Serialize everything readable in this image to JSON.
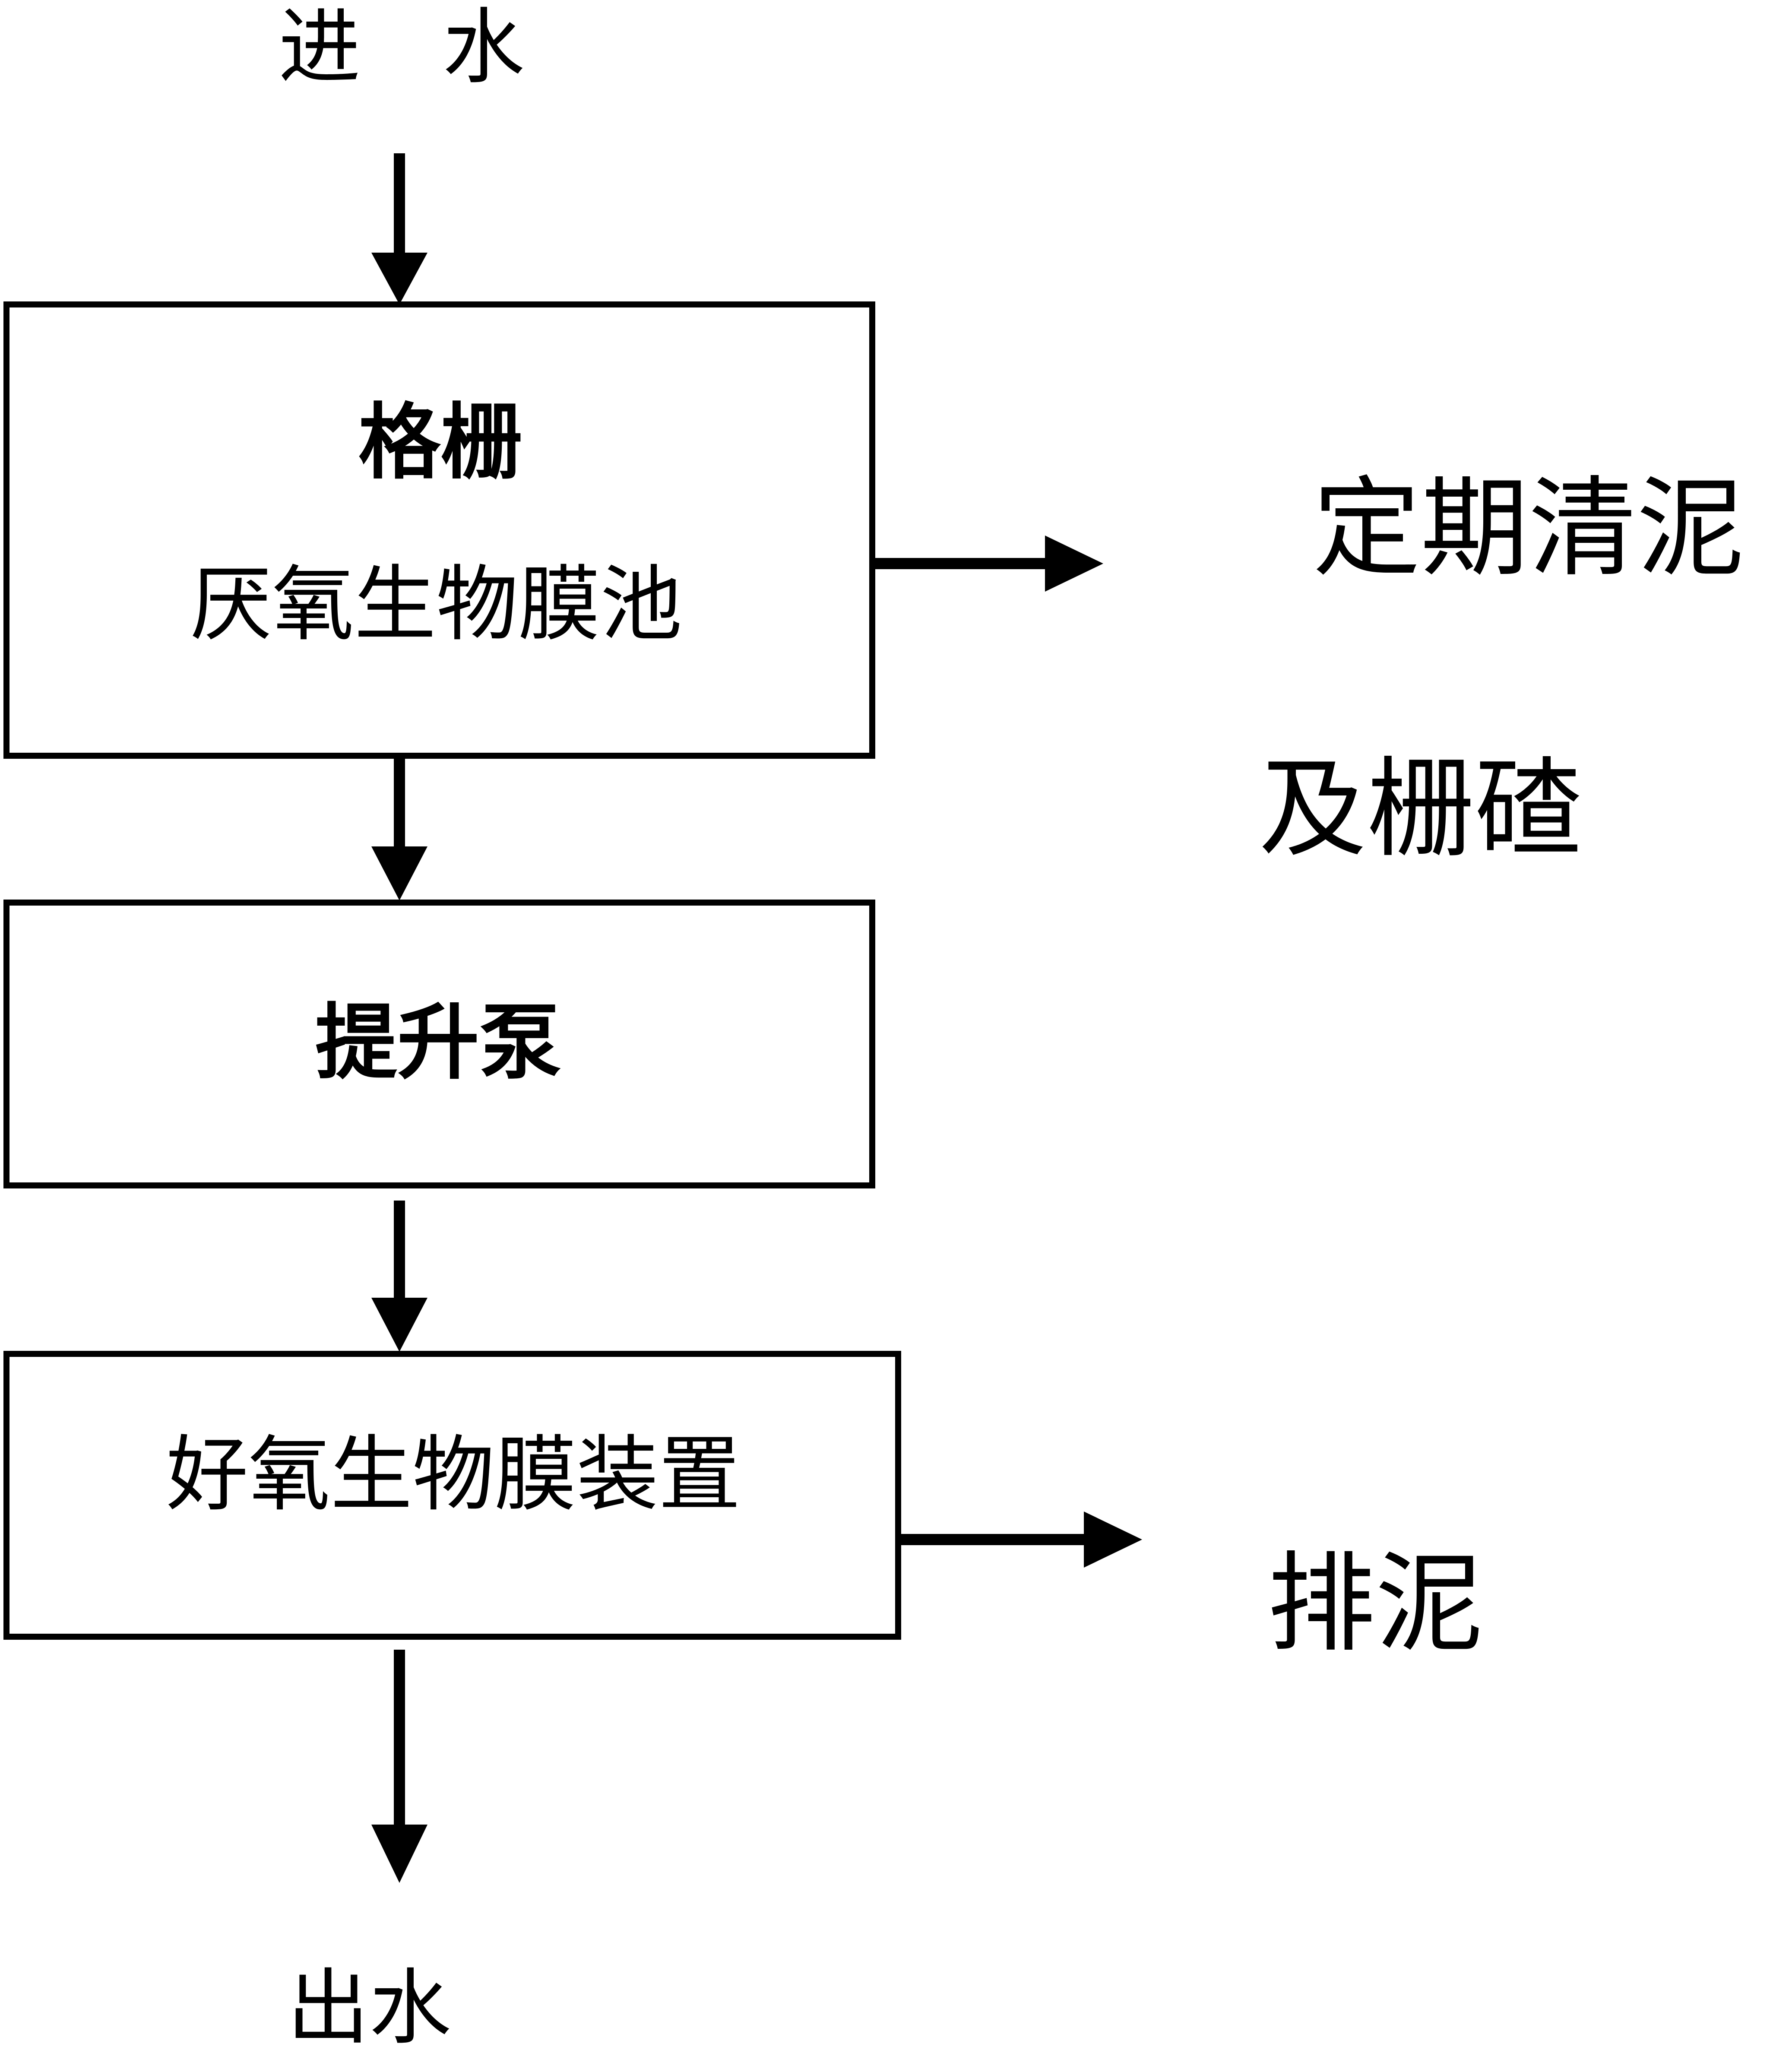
{
  "inlet": {
    "text": "进　水"
  },
  "outlet": {
    "text": "出水"
  },
  "boxes": {
    "anaerobic": {
      "line1": "格栅",
      "line2": "厌氧生物膜池"
    },
    "pump": {
      "label": "提升泵"
    },
    "aerobic": {
      "label": "好氧生物膜装置"
    }
  },
  "side_outputs": {
    "sludge_and_screenings": {
      "line1": "定期清泥",
      "line2": "及栅碴"
    },
    "sludge_discharge": {
      "text": "排泥"
    }
  }
}
